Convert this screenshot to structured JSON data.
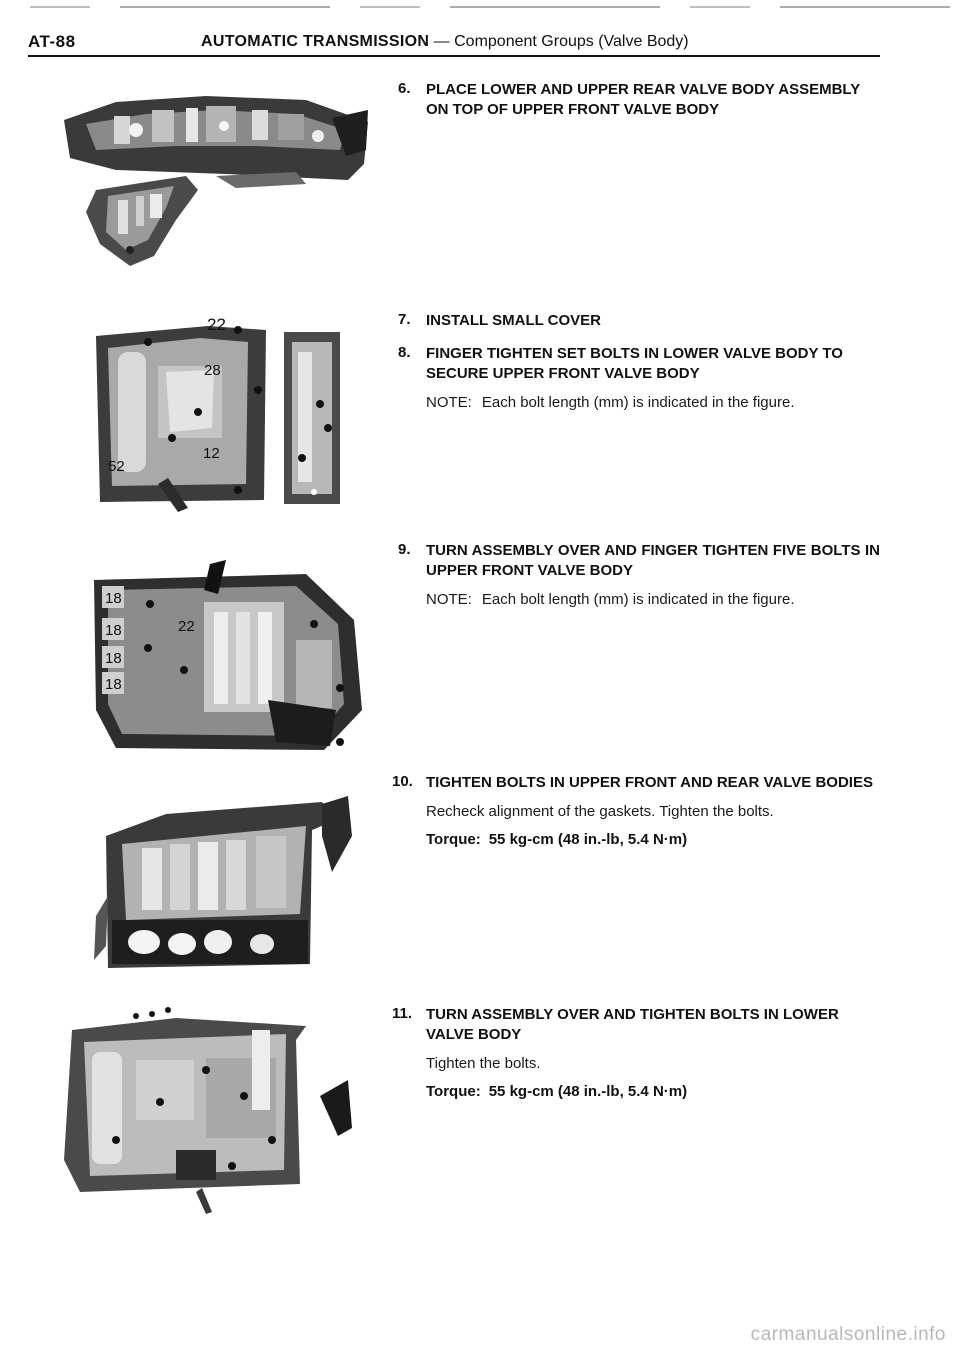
{
  "header": {
    "page_number": "AT-88",
    "section_title": "AUTOMATIC TRANSMISSION",
    "section_sub": "Component Groups (Valve Body)"
  },
  "figures": [
    {
      "labels": []
    },
    {
      "labels": [
        "22",
        "28",
        "52",
        "12"
      ]
    },
    {
      "labels": [
        "18",
        "18",
        "18",
        "18",
        "22"
      ]
    },
    {
      "labels": []
    },
    {
      "labels": []
    }
  ],
  "steps": [
    {
      "number": "6.",
      "title": "PLACE LOWER AND UPPER REAR VALVE BODY ASSEMBLY ON TOP OF UPPER FRONT VALVE BODY"
    },
    {
      "number": "7.",
      "title": "INSTALL SMALL COVER"
    },
    {
      "number": "8.",
      "title": "FINGER TIGHTEN SET BOLTS IN LOWER VALVE BODY TO SECURE UPPER FRONT VALVE BODY",
      "note_label": "NOTE:",
      "note_text": "Each bolt length (mm) is indicated in the figure."
    },
    {
      "number": "9.",
      "title": "TURN ASSEMBLY OVER AND FINGER TIGHTEN FIVE BOLTS IN UPPER FRONT VALVE BODY",
      "note_label": "NOTE:",
      "note_text": "Each bolt length (mm) is indicated in the figure."
    },
    {
      "number": "10.",
      "title": "TIGHTEN BOLTS IN UPPER FRONT AND REAR VALVE BODIES",
      "text": "Recheck alignment of the gaskets. Tighten the bolts.",
      "torque_label": "Torque:",
      "torque_value": "55 kg-cm (48 in.-lb, 5.4 N·m)"
    },
    {
      "number": "11.",
      "title": "TURN ASSEMBLY OVER AND TIGHTEN BOLTS IN LOWER VALVE BODY",
      "text": "Tighten the bolts.",
      "torque_label": "Torque:",
      "torque_value": "55 kg-cm (48 in.-lb, 5.4 N·m)"
    }
  ],
  "footer": {
    "watermark": "carmanualsonline.info"
  }
}
